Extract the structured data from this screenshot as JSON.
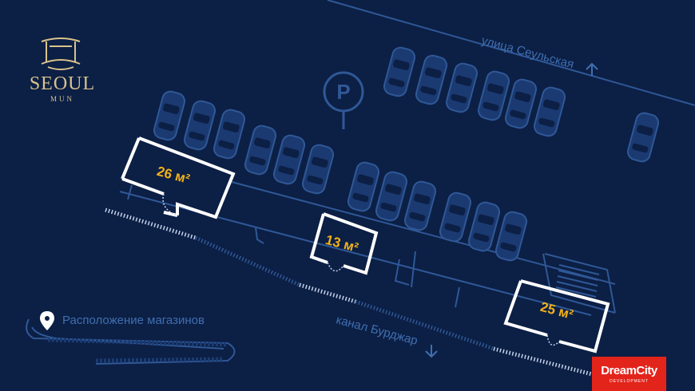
{
  "logo": {
    "word": "SEOUL",
    "sub": "MUN",
    "icon": "pagoda-gate-icon"
  },
  "map": {
    "street_top": "улица Сеульская",
    "street_bottom": "канал Бурджар",
    "parking_symbol": "P",
    "shops": [
      {
        "id": "shop-26",
        "area": "26 м²"
      },
      {
        "id": "shop-13",
        "area": "13 м²"
      },
      {
        "id": "shop-25",
        "area": "25 м²"
      }
    ]
  },
  "legend": {
    "label": "Расположение магазинов",
    "icon": "location-pin-icon"
  },
  "brand": {
    "name": "DreamCity",
    "sub": "DEVELOPMENT",
    "color": "#e3241b"
  },
  "colors": {
    "background": "#0c1f45",
    "lines": "#2f5896",
    "shop_outline": "#ffffff",
    "area_text": "#f1b21a",
    "logo_gold": "#d9c38c"
  }
}
